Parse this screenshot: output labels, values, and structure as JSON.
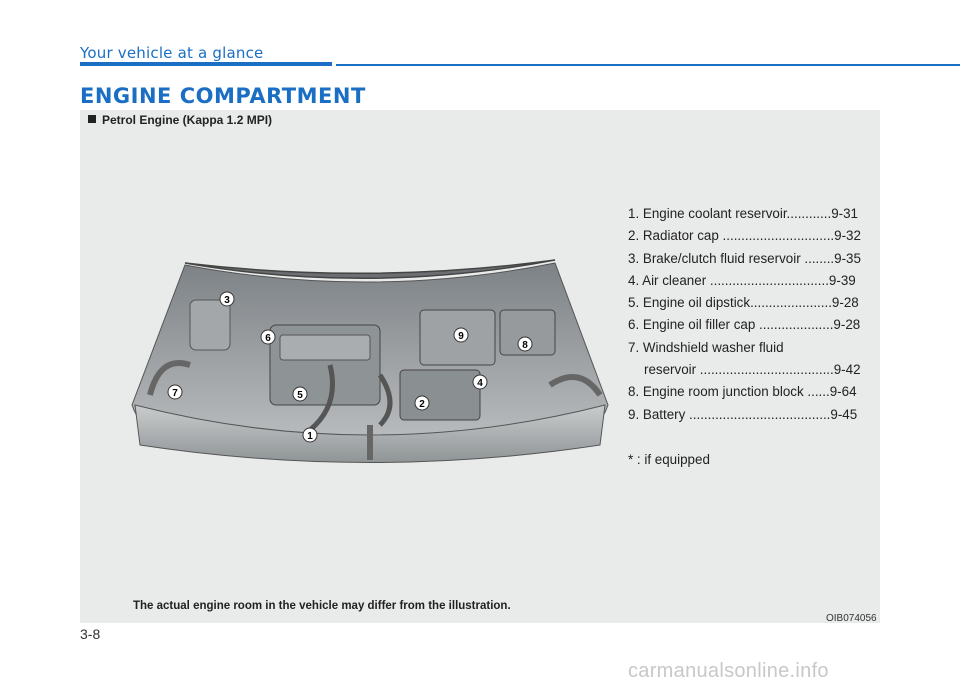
{
  "header": {
    "section_label": "Your vehicle at a glance"
  },
  "title": "ENGINE COMPARTMENT",
  "figure": {
    "subtitle": "Petrol Engine (Kappa 1.2 MPI)",
    "callouts": [
      "1",
      "2",
      "3",
      "4",
      "5",
      "6",
      "7",
      "8",
      "9"
    ],
    "disclaimer": "The actual engine room in the vehicle may differ from the illustration.",
    "code": "OIB074056"
  },
  "parts": [
    "1. Engine coolant reservoir............9-31",
    "2. Radiator cap ..............................9-32",
    "3. Brake/clutch fluid reservoir ........9-35",
    "4. Air cleaner  ................................9-39",
    "5. Engine oil dipstick......................9-28",
    "6. Engine oil filler cap ....................9-28",
    "7. Windshield washer fluid",
    "reservoir ....................................9-42",
    "8. Engine room junction block  ......9-64",
    "9. Battery  ......................................9-45"
  ],
  "note": "* : if equipped",
  "page_number": "3-8",
  "watermark": "carmanualsonline.info",
  "colors": {
    "accent": "#1a6fc4",
    "panel": "#e9eaea"
  }
}
